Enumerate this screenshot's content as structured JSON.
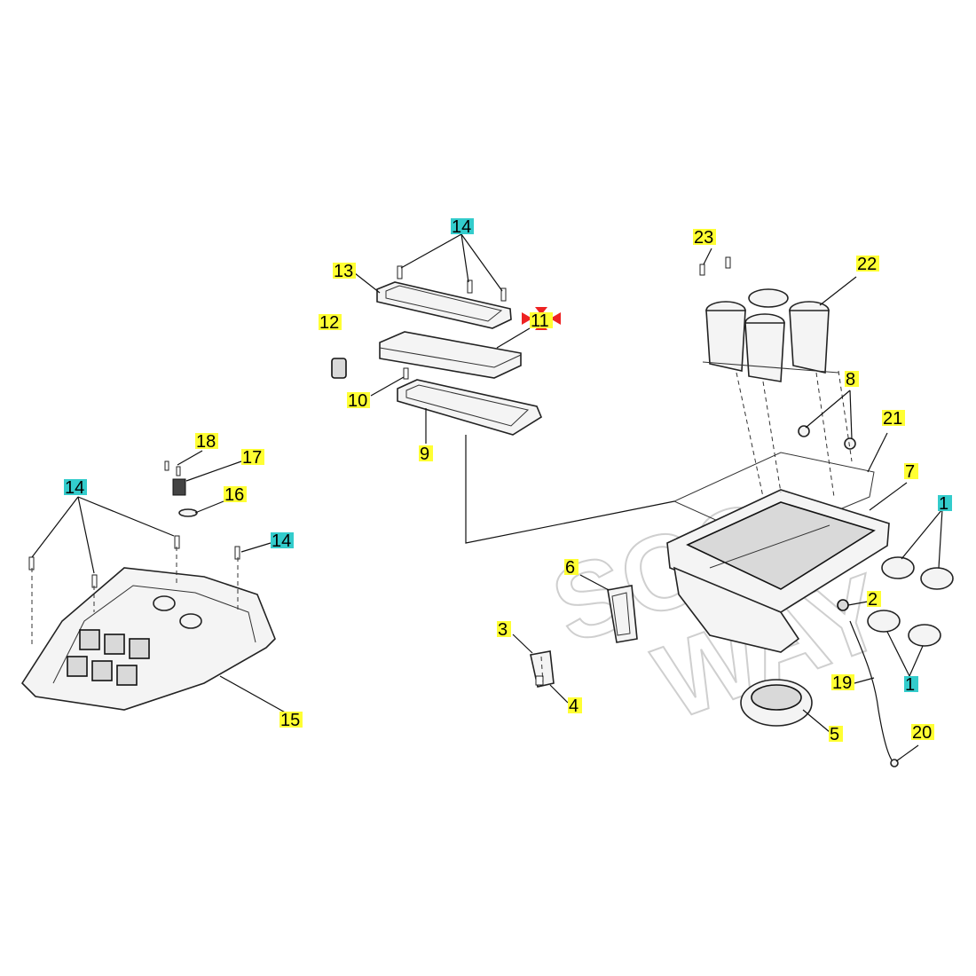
{
  "diagram": {
    "watermark_lines": [
      "SCO",
      "WAY"
    ],
    "highlight_colors": {
      "yellow": "#ffff33",
      "cyan": "#33cccc",
      "red": "#ee2222"
    },
    "callouts": [
      {
        "id": "c14a",
        "label": "14",
        "color": "cyan"
      },
      {
        "id": "c13",
        "label": "13",
        "color": "yellow"
      },
      {
        "id": "c11",
        "label": "11",
        "color": "yellow"
      },
      {
        "id": "c12",
        "label": "12",
        "color": "yellow"
      },
      {
        "id": "c10",
        "label": "10",
        "color": "yellow"
      },
      {
        "id": "c9",
        "label": "9",
        "color": "yellow"
      },
      {
        "id": "c23",
        "label": "23",
        "color": "yellow"
      },
      {
        "id": "c22",
        "label": "22",
        "color": "yellow"
      },
      {
        "id": "c8",
        "label": "8",
        "color": "yellow"
      },
      {
        "id": "c21",
        "label": "21",
        "color": "yellow"
      },
      {
        "id": "c7",
        "label": "7",
        "color": "yellow"
      },
      {
        "id": "c1a",
        "label": "1",
        "color": "cyan"
      },
      {
        "id": "c18",
        "label": "18",
        "color": "yellow"
      },
      {
        "id": "c17",
        "label": "17",
        "color": "yellow"
      },
      {
        "id": "c16",
        "label": "16",
        "color": "yellow"
      },
      {
        "id": "c14b",
        "label": "14",
        "color": "cyan"
      },
      {
        "id": "c14c",
        "label": "14",
        "color": "cyan"
      },
      {
        "id": "c6",
        "label": "6",
        "color": "yellow"
      },
      {
        "id": "c2",
        "label": "2",
        "color": "yellow"
      },
      {
        "id": "c3",
        "label": "3",
        "color": "yellow"
      },
      {
        "id": "c4",
        "label": "4",
        "color": "yellow"
      },
      {
        "id": "c19",
        "label": "19",
        "color": "yellow"
      },
      {
        "id": "c1b",
        "label": "1",
        "color": "cyan"
      },
      {
        "id": "c15",
        "label": "15",
        "color": "yellow"
      },
      {
        "id": "c5",
        "label": "5",
        "color": "yellow"
      },
      {
        "id": "c20",
        "label": "20",
        "color": "yellow"
      }
    ]
  }
}
